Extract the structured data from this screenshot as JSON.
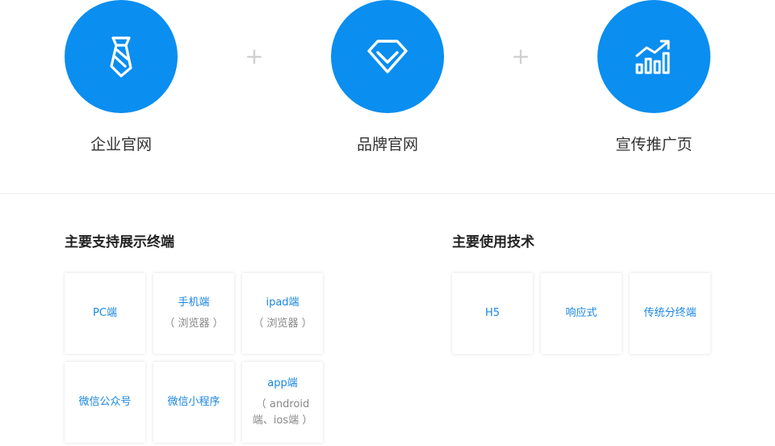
{
  "features": [
    {
      "label": "企业官网",
      "icon": "tie-icon"
    },
    {
      "label": "品牌官网",
      "icon": "diamond-icon"
    },
    {
      "label": "宣传推广页",
      "icon": "growth-chart-icon"
    }
  ],
  "plus_sign": "+",
  "terminals": {
    "title": "主要支持展示终端",
    "cards": [
      {
        "title": "PC端",
        "sub": ""
      },
      {
        "title": "手机端",
        "sub": "（ 浏览器 ）"
      },
      {
        "title": "ipad端",
        "sub": "（ 浏览器 ）"
      },
      {
        "title": "微信公众号",
        "sub": ""
      },
      {
        "title": "微信小程序",
        "sub": ""
      },
      {
        "title": "app端",
        "sub": "（ android端、ios端 ）"
      }
    ]
  },
  "tech": {
    "title": "主要使用技术",
    "cards": [
      {
        "title": "H5"
      },
      {
        "title": "响应式"
      },
      {
        "title": "传统分终端"
      }
    ]
  },
  "colors": {
    "accent": "#0a8ef0",
    "link": "#1a86e0"
  }
}
